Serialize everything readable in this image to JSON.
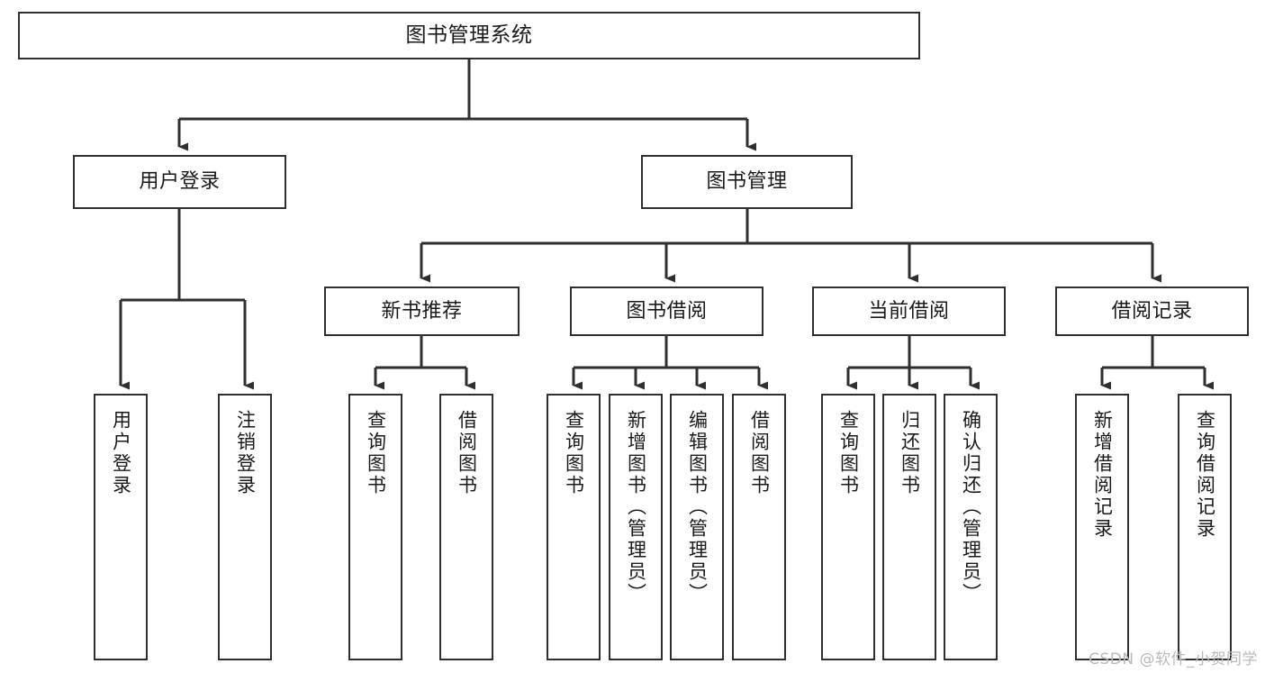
{
  "diagram": {
    "type": "tree",
    "title": "图书管理系统",
    "colors": {
      "background": "#ffffff",
      "box_border": "#2f2f2f",
      "box_fill": "#ffffff",
      "connector": "#2f2f2f",
      "text": "#1a1a1a",
      "watermark": "#b9b9b9"
    },
    "root": {
      "label": "图书管理系统"
    },
    "level2": [
      {
        "label": "用户登录"
      },
      {
        "label": "图书管理"
      }
    ],
    "level3": [
      {
        "label": "新书推荐"
      },
      {
        "label": "图书借阅"
      },
      {
        "label": "当前借阅"
      },
      {
        "label": "借阅记录"
      }
    ],
    "leaves": [
      {
        "label": "用户登录",
        "parent": "用户登录"
      },
      {
        "label": "注销登录",
        "parent": "用户登录"
      },
      {
        "label": "查询图书",
        "parent": "新书推荐"
      },
      {
        "label": "借阅图书",
        "parent": "新书推荐"
      },
      {
        "label": "查询图书",
        "parent": "图书借阅"
      },
      {
        "label": "新增图书（管理员）",
        "parent": "图书借阅"
      },
      {
        "label": "编辑图书（管理员）",
        "parent": "图书借阅"
      },
      {
        "label": "借阅图书",
        "parent": "图书借阅"
      },
      {
        "label": "查询图书",
        "parent": "当前借阅"
      },
      {
        "label": "归还图书",
        "parent": "当前借阅"
      },
      {
        "label": "确认归还（管理员）",
        "parent": "当前借阅"
      },
      {
        "label": "新增借阅记录",
        "parent": "借阅记录"
      },
      {
        "label": "查询借阅记录",
        "parent": "借阅记录"
      }
    ]
  },
  "watermark": {
    "text": "CSDN @软件_小贺同学"
  }
}
